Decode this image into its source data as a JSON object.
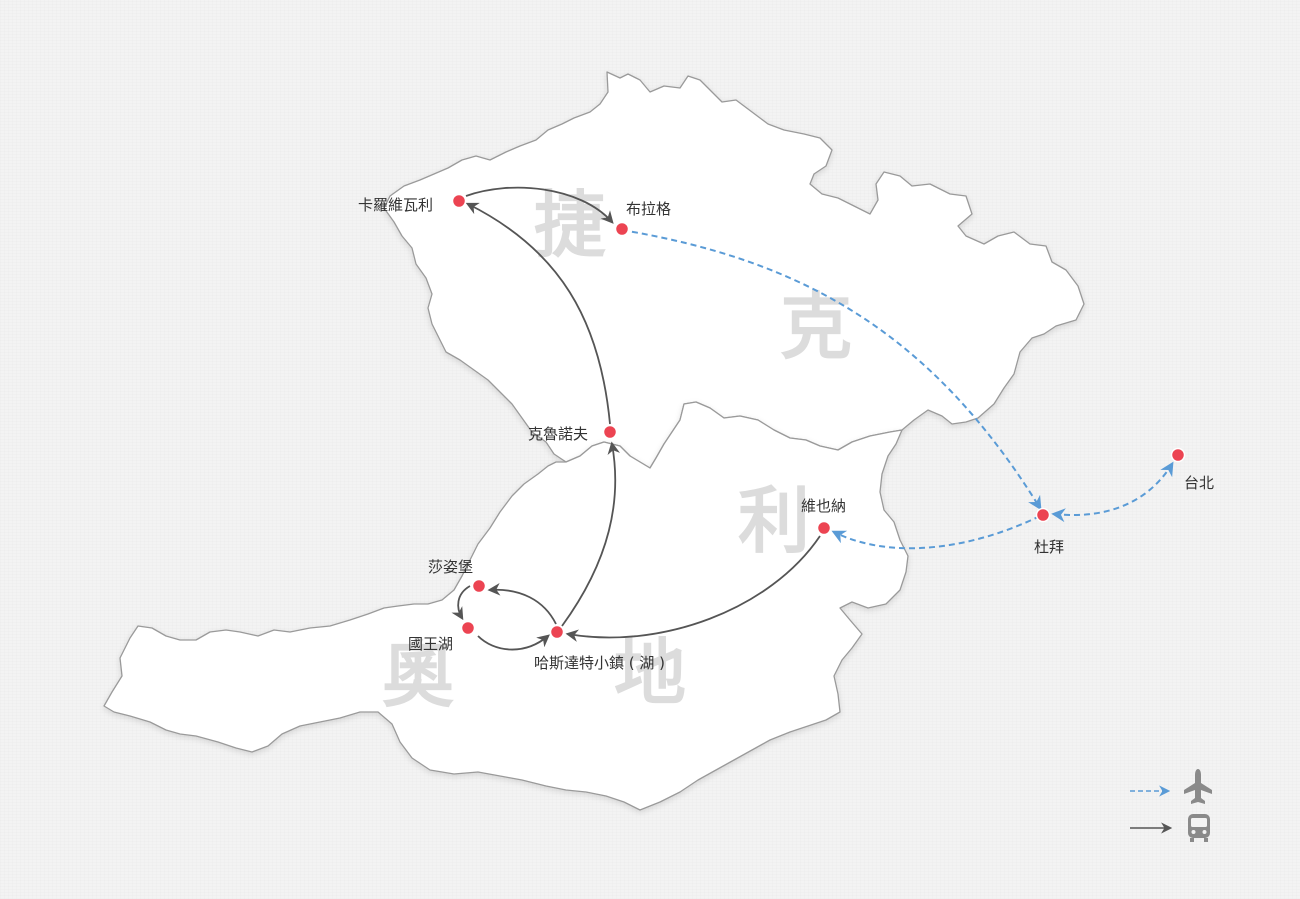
{
  "countries": [
    {
      "id": "czech",
      "chars": [
        "捷",
        "克"
      ]
    },
    {
      "id": "austria",
      "chars": [
        "奧",
        "地",
        "利"
      ]
    }
  ],
  "cities": [
    {
      "id": "karlovy-vary",
      "label": "卡羅維瓦利"
    },
    {
      "id": "prague",
      "label": "布拉格"
    },
    {
      "id": "cesky-krumlov",
      "label": "克魯諾夫"
    },
    {
      "id": "vienna",
      "label": "維也納"
    },
    {
      "id": "dubai",
      "label": "杜拜"
    },
    {
      "id": "taipei",
      "label": "台北"
    },
    {
      "id": "salzburg",
      "label": "莎姿堡"
    },
    {
      "id": "konigssee",
      "label": "國王湖"
    },
    {
      "id": "hallstatt",
      "label": "哈斯達特小鎮 ( 湖 )"
    }
  ],
  "routes": [
    {
      "from": "taipei",
      "to": "dubai",
      "mode": "flight"
    },
    {
      "from": "dubai",
      "to": "vienna",
      "mode": "flight"
    },
    {
      "from": "vienna",
      "to": "hallstatt",
      "mode": "bus"
    },
    {
      "from": "hallstatt",
      "to": "salzburg",
      "mode": "bus"
    },
    {
      "from": "salzburg",
      "to": "konigssee",
      "mode": "bus"
    },
    {
      "from": "konigssee",
      "to": "hallstatt",
      "mode": "bus"
    },
    {
      "from": "hallstatt",
      "to": "cesky-krumlov",
      "mode": "bus"
    },
    {
      "from": "cesky-krumlov",
      "to": "karlovy-vary",
      "mode": "bus"
    },
    {
      "from": "karlovy-vary",
      "to": "prague",
      "mode": "bus"
    },
    {
      "from": "prague",
      "to": "dubai",
      "mode": "flight"
    }
  ],
  "legend": [
    {
      "mode": "flight",
      "icon": "airplane-icon"
    },
    {
      "mode": "bus",
      "icon": "bus-icon"
    }
  ],
  "colors": {
    "flight": "#5a9bd6",
    "bus": "#555555",
    "city": "#ec4452",
    "country_text": "#dcdcdc"
  }
}
